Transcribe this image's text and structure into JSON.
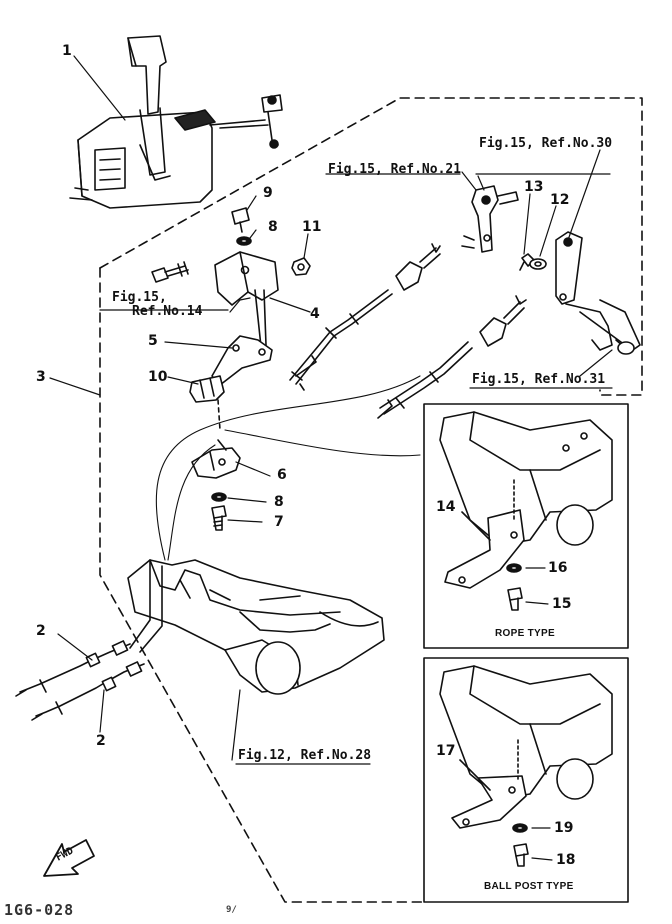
{
  "refs": {
    "fig15_ref30": "Fig.15, Ref.No.30",
    "fig15_ref21": "Fig.15, Ref.No.21",
    "fig15_ref14_line1": "Fig.15,",
    "fig15_ref14_line2": "Ref.No.14",
    "fig15_ref31": "Fig.15, Ref.No.31",
    "fig12_ref28": "Fig.12, Ref.No.28"
  },
  "part_numbers": {
    "p1": "1",
    "p2a": "2",
    "p2b": "2",
    "p3": "3",
    "p4": "4",
    "p5": "5",
    "p6": "6",
    "p7": "7",
    "p8a": "8",
    "p8b": "8",
    "p9": "9",
    "p10": "10",
    "p11": "11",
    "p12": "12",
    "p13": "13",
    "p14": "14",
    "p15": "15",
    "p16": "16",
    "p17": "17",
    "p18": "18",
    "p19": "19"
  },
  "insets": {
    "rope_type": "ROPE TYPE",
    "ball_post_type": "BALL POST TYPE"
  },
  "fwd_label": "FWD",
  "drawing_code": "1G6-028",
  "drawing_code_suffix": "9/"
}
